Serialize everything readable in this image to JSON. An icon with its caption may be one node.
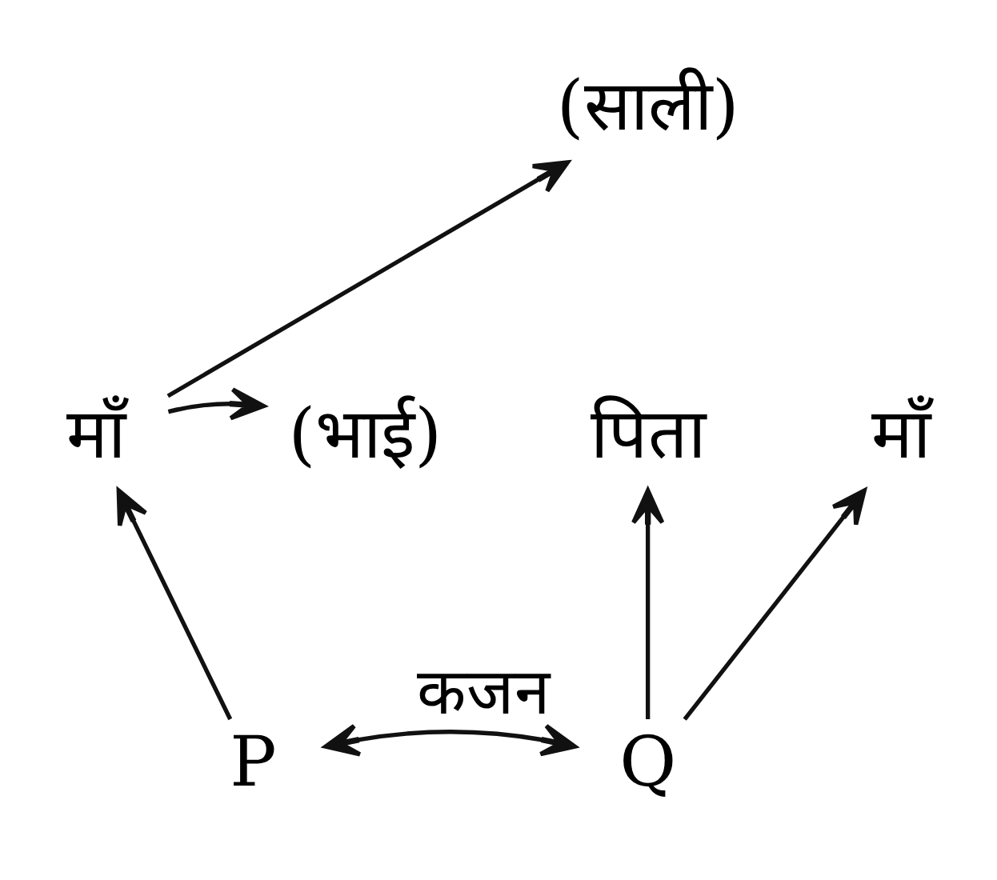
{
  "diagram": {
    "nodes": [
      {
        "text": [
          "(साली)"
        ]
      },
      {
        "text": [
          "माँ"
        ]
      },
      {
        "text": [
          "(भाई)"
        ]
      },
      {
        "text": [
          "पिता"
        ]
      },
      {
        "text": [
          "माँ"
        ]
      },
      {
        "text": [
          "P"
        ]
      },
      {
        "text": [
          "Q"
        ]
      }
    ],
    "edges": [
      {
        "from": 1,
        "to": 0,
        "arrow": "to"
      },
      {
        "from": 1,
        "to": 2,
        "arrow": "to"
      },
      {
        "from": 6,
        "to": 3,
        "arrow": "to"
      },
      {
        "from": 6,
        "to": 4,
        "arrow": "to"
      },
      {
        "from": 5,
        "to": 1,
        "arrow": "to"
      },
      {
        "from": 5,
        "to": 6,
        "arrow": "both",
        "label": "कजन"
      }
    ]
  }
}
